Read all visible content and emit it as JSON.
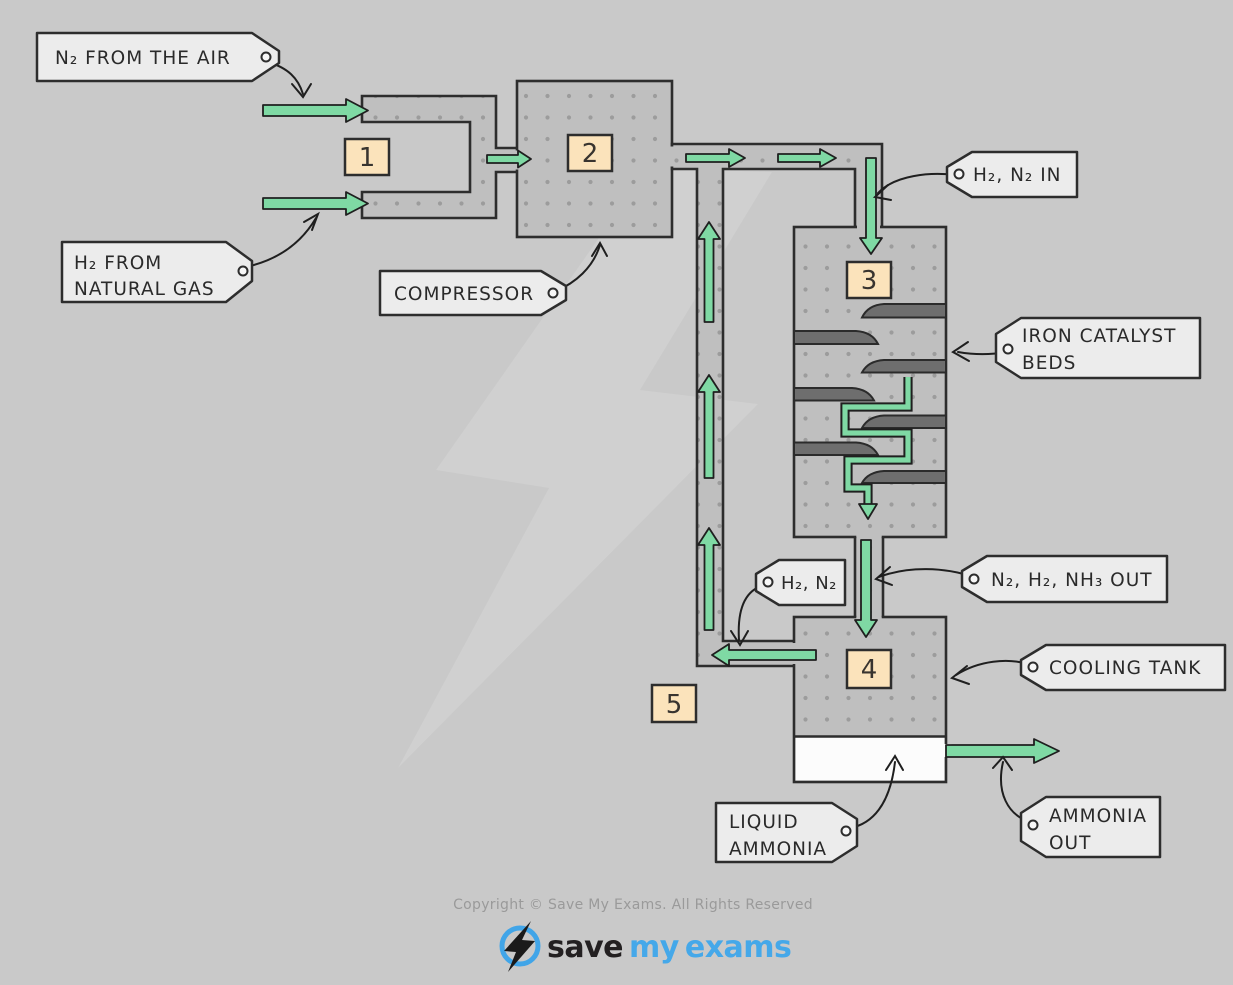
{
  "diagram": {
    "labels": {
      "n2_from_air": "N₂ FROM THE AIR",
      "h2_from_gas_1": "H₂ FROM",
      "h2_from_gas_2": "NATURAL GAS",
      "compressor": "COMPRESSOR",
      "h2_n2_in": "H₂, N₂ IN",
      "iron_catalyst_1": "IRON CATALYST",
      "iron_catalyst_2": "BEDS",
      "h2_n2_recycle": "H₂, N₂",
      "n2_h2_nh3_out": "N₂, H₂, NH₃ OUT",
      "cooling_tank": "COOLING TANK",
      "liquid_ammonia_1": "LIQUID",
      "liquid_ammonia_2": "AMMONIA",
      "ammonia_out_1": "AMMONIA",
      "ammonia_out_2": "OUT"
    },
    "steps": [
      "1",
      "2",
      "3",
      "4",
      "5"
    ],
    "colors": {
      "background": "#c9c9c9",
      "pipe_fill": "#bfbfbf",
      "pipe_dot": "#9c9c9c",
      "outline": "#2d2d2d",
      "arrow_green": "#7fd9a4",
      "catalyst_bed": "#6e6e6e",
      "step_box": "#fbe3bb",
      "tag_fill": "#ececec",
      "liquid_white": "#fcfcfc",
      "logo_blue": "#41a5e8"
    }
  },
  "footer": {
    "copyright": "Copyright © Save My Exams. All Rights Reserved",
    "logo": {
      "word1": "save",
      "word2": "my",
      "word3": "exams"
    }
  }
}
